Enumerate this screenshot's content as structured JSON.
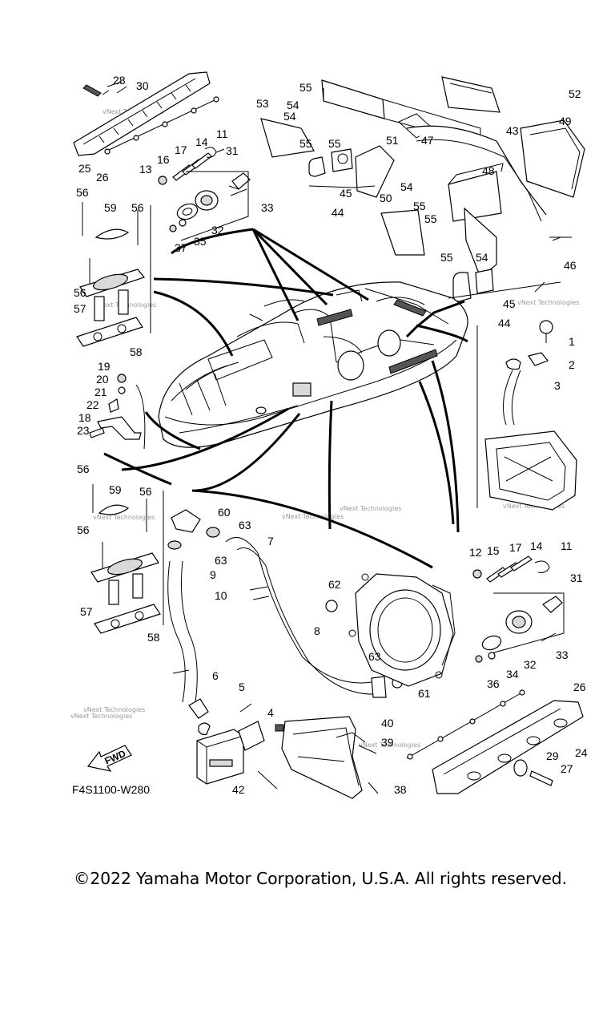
{
  "diagram": {
    "drawing_code": "F4S1100-W280",
    "watermark": "vNext Technologies",
    "fwd_label": "FWD",
    "copyright": "©2022 Yamaha Motor Corporation, U.S.A. All rights reserved.",
    "callouts": [
      {
        "n": "28"
      },
      {
        "n": "30"
      },
      {
        "n": "25"
      },
      {
        "n": "26"
      },
      {
        "n": "13"
      },
      {
        "n": "16"
      },
      {
        "n": "17"
      },
      {
        "n": "14"
      },
      {
        "n": "11"
      },
      {
        "n": "31"
      },
      {
        "n": "33"
      },
      {
        "n": "32"
      },
      {
        "n": "35"
      },
      {
        "n": "37"
      },
      {
        "n": "56"
      },
      {
        "n": "59"
      },
      {
        "n": "56"
      },
      {
        "n": "56"
      },
      {
        "n": "57"
      },
      {
        "n": "58"
      },
      {
        "n": "19"
      },
      {
        "n": "20"
      },
      {
        "n": "21"
      },
      {
        "n": "22"
      },
      {
        "n": "18"
      },
      {
        "n": "23"
      },
      {
        "n": "55"
      },
      {
        "n": "54"
      },
      {
        "n": "54"
      },
      {
        "n": "53"
      },
      {
        "n": "55"
      },
      {
        "n": "55"
      },
      {
        "n": "51"
      },
      {
        "n": "47"
      },
      {
        "n": "45"
      },
      {
        "n": "44"
      },
      {
        "n": "52"
      },
      {
        "n": "49"
      },
      {
        "n": "43"
      },
      {
        "n": "48"
      },
      {
        "n": "54"
      },
      {
        "n": "55"
      },
      {
        "n": "55"
      },
      {
        "n": "50"
      },
      {
        "n": "55"
      },
      {
        "n": "54"
      },
      {
        "n": "46"
      },
      {
        "n": "45"
      },
      {
        "n": "44"
      },
      {
        "n": "1"
      },
      {
        "n": "2"
      },
      {
        "n": "3"
      },
      {
        "n": "56"
      },
      {
        "n": "59"
      },
      {
        "n": "56"
      },
      {
        "n": "56"
      },
      {
        "n": "57"
      },
      {
        "n": "58"
      },
      {
        "n": "60"
      },
      {
        "n": "63"
      },
      {
        "n": "63"
      },
      {
        "n": "9"
      },
      {
        "n": "10"
      },
      {
        "n": "7"
      },
      {
        "n": "8"
      },
      {
        "n": "62"
      },
      {
        "n": "63"
      },
      {
        "n": "61"
      },
      {
        "n": "6"
      },
      {
        "n": "5"
      },
      {
        "n": "4"
      },
      {
        "n": "42"
      },
      {
        "n": "40"
      },
      {
        "n": "39"
      },
      {
        "n": "38"
      },
      {
        "n": "12"
      },
      {
        "n": "15"
      },
      {
        "n": "17"
      },
      {
        "n": "14"
      },
      {
        "n": "11"
      },
      {
        "n": "31"
      },
      {
        "n": "33"
      },
      {
        "n": "32"
      },
      {
        "n": "34"
      },
      {
        "n": "36"
      },
      {
        "n": "26"
      },
      {
        "n": "24"
      },
      {
        "n": "29"
      },
      {
        "n": "27"
      }
    ]
  }
}
